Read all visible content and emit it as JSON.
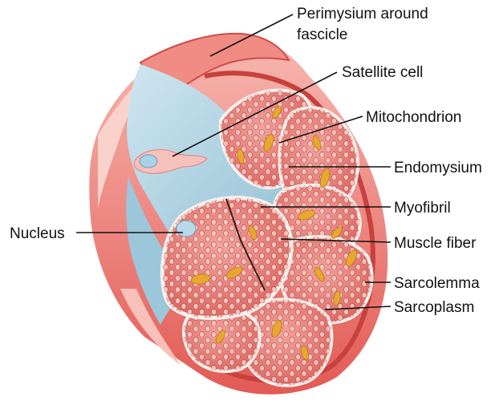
{
  "labels": {
    "perimysium_line1": "Perimysium around",
    "perimysium_line2": "fascicle",
    "satellite_cell": "Satellite cell",
    "mitochondrion": "Mitochondrion",
    "endomysium": "Endomysium",
    "myofibril": "Myofibril",
    "nucleus": "Nucleus",
    "muscle_fiber": "Muscle fiber",
    "sarcolemma": "Sarcolemma",
    "sarcoplasm": "Sarcoplasm"
  },
  "colors": {
    "perimysium": "#e8635e",
    "perimysium_light": "#f6b3ad",
    "connective_blue": "#a9cfe0",
    "fiber_fill": "#e9857f",
    "fiber_edge": "#f4f1ee",
    "myofibril": "#f7c6c2",
    "mitochondrion": "#e7a72f"
  }
}
